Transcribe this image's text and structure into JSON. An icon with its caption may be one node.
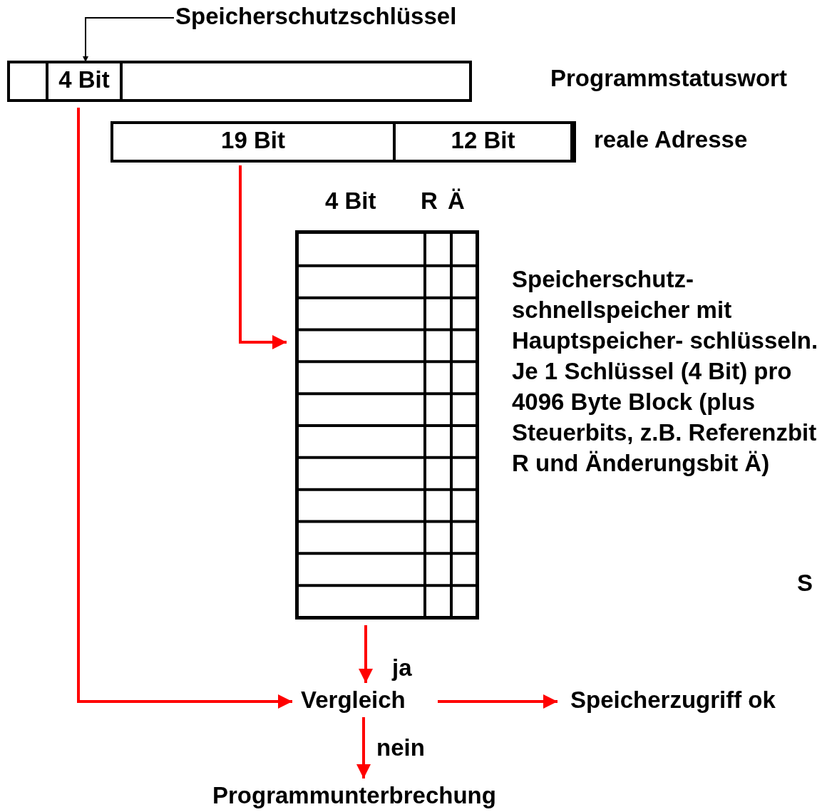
{
  "diagram": {
    "nodes": [
      {
        "text": [
          "Speicherschutzschlüssel"
        ]
      },
      {
        "text": [],
        "shape": "bar"
      },
      {
        "text": [
          "4 Bit"
        ],
        "in": 1
      },
      {
        "text": [],
        "shape": "bar"
      },
      {
        "text": [
          "19 Bit"
        ],
        "in": 3
      },
      {
        "text": [
          "12 Bit"
        ],
        "in": 3
      },
      {
        "text": [],
        "shape": "box",
        "beside": [
          "Speicherschutz- schnellspeicher mit Hauptspeicher- schlüsseln. Je 1 Schlüssel (4 Bit) pro 4096 Byte Block (plus Steuerbits, z.B. Referenzbit R und Änderungsbit Ä)"
        ]
      },
      {
        "text": [
          "Vergleich"
        ]
      },
      {
        "text": [
          "Speicherzugriff ok"
        ]
      },
      {
        "text": [
          "Programmunterbrechung"
        ]
      }
    ],
    "edges": [
      {
        "from": 0,
        "to": 2,
        "arrow": "to",
        "color": "#000000"
      },
      {
        "from": 2,
        "to": 7,
        "arrow": "to"
      },
      {
        "from": 4,
        "to": 6,
        "arrow": "to"
      },
      {
        "from": 6,
        "to": 7,
        "arrow": "to",
        "label": "ja"
      },
      {
        "from": 7,
        "to": 8,
        "arrow": "to"
      },
      {
        "from": 7,
        "to": 9,
        "arrow": "to",
        "label": "nein"
      }
    ],
    "labels": [
      "Programmstatuswort",
      "reale Adresse",
      "4 Bit",
      "R",
      "Ä",
      "S"
    ]
  }
}
